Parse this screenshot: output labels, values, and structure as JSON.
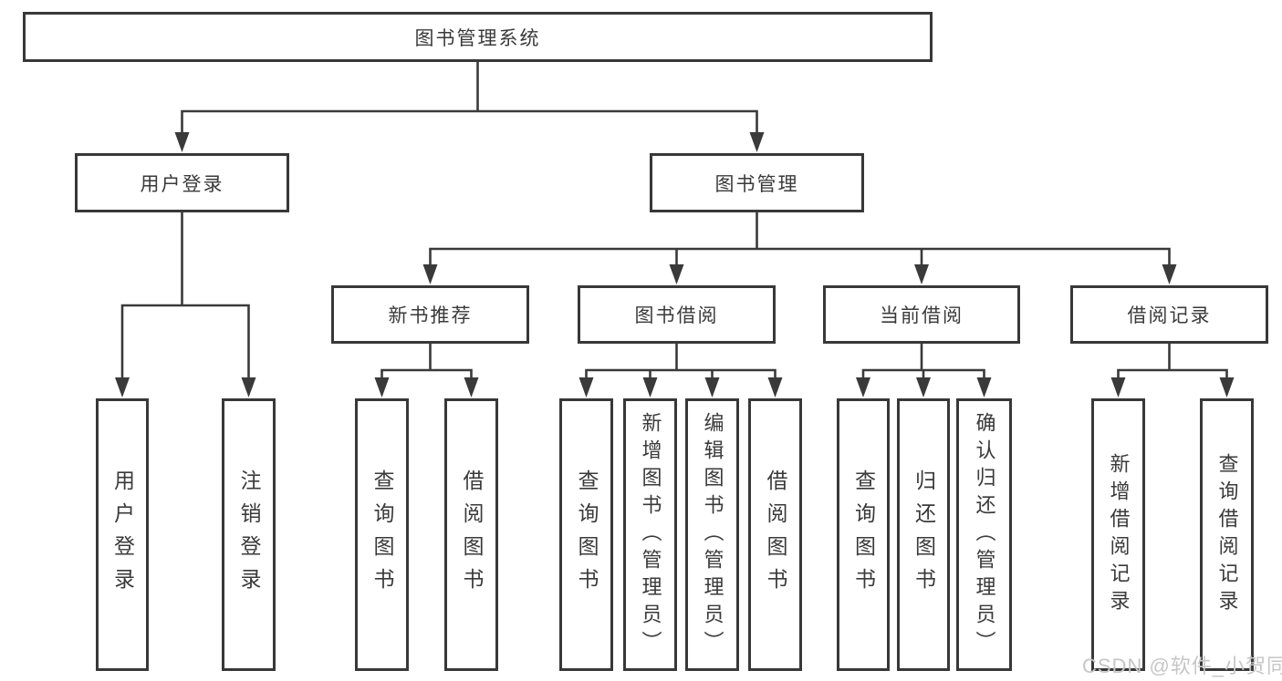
{
  "nodes": {
    "root": "图书管理系统",
    "level2": [
      "用户登录",
      "图书管理"
    ],
    "level3": [
      "新书推荐",
      "图书借阅",
      "当前借阅",
      "借阅记录"
    ],
    "leaves": {
      "login": [
        "用户登录",
        "注销登录"
      ],
      "newbooks": [
        "查询图书",
        "借阅图书"
      ],
      "borrow": [
        "查询图书",
        "新增图书（管理员）",
        "编辑图书（管理员）",
        "借阅图书"
      ],
      "current": [
        "查询图书",
        "归还图书",
        "确认归还（管理员）"
      ],
      "records": [
        "新增借阅记录",
        "查询借阅记录"
      ]
    }
  },
  "watermark": "CSDN @软件_小贺同学",
  "colors": {
    "line": "#3a3a3a",
    "border": "#383838",
    "text": "#3a3a3a",
    "watermark": "#c6c6c6",
    "background": "#ffffff"
  }
}
